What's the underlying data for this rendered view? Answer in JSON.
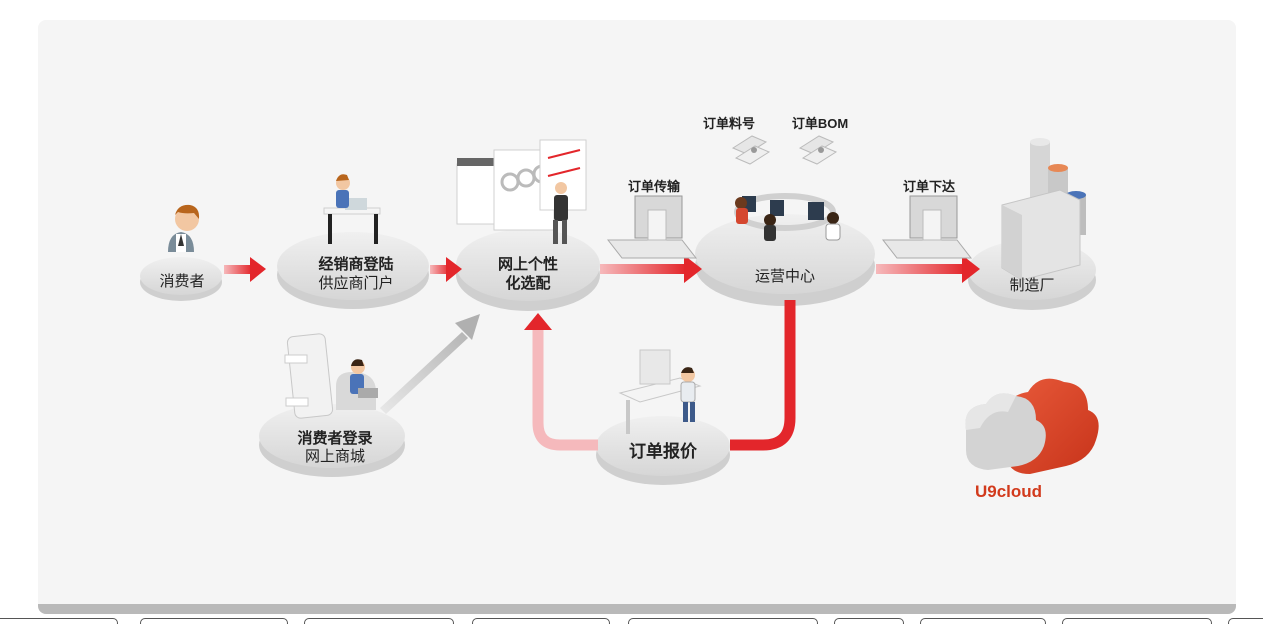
{
  "nodes": {
    "consumer": {
      "label": "消费者"
    },
    "dealer": {
      "title": "经销商登陆",
      "subtitle": "供应商门户"
    },
    "config": {
      "line1": "网上个性",
      "line2": "化选配"
    },
    "operations": {
      "label": "运营中心"
    },
    "factory": {
      "label": "制造厂"
    },
    "mall": {
      "title": "消费者登录",
      "subtitle": "网上商城"
    },
    "quote": {
      "label": "订单报价"
    }
  },
  "edges": {
    "transmit": "订单传输",
    "part_no": "订单料号",
    "bom": "订单BOM",
    "release": "订单下达"
  },
  "brand": {
    "name": "U9cloud",
    "color": "#d23a1c"
  },
  "colors": {
    "arrow_red": "#e3262b",
    "arrow_pink": "#f7b5b8",
    "arrow_gray": "#c2c2c2",
    "disc": "#e4e4e4"
  }
}
